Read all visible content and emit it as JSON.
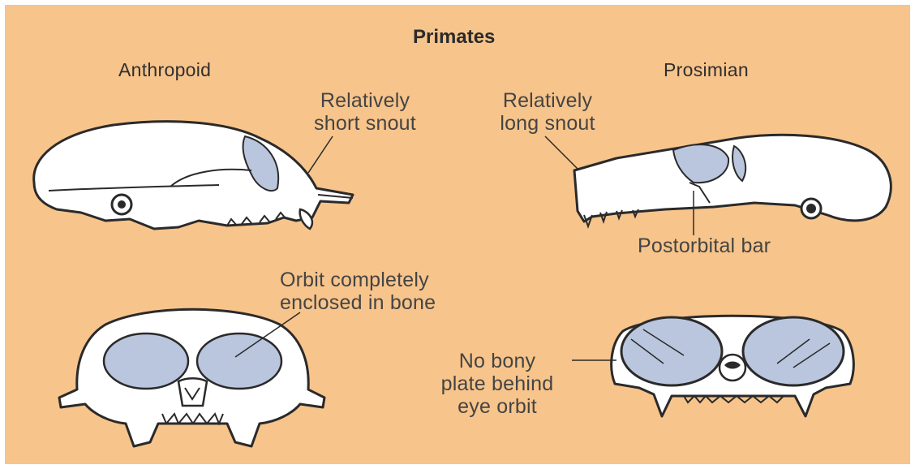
{
  "title": "Primates",
  "columns": {
    "left": "Anthropoid",
    "right": "Prosimian"
  },
  "labels": {
    "short_snout": [
      "Relatively",
      "short snout"
    ],
    "long_snout": [
      "Relatively",
      "long snout"
    ],
    "postorbital_bar": "Postorbital bar",
    "orbit_enclosed": [
      "Orbit completely",
      "enclosed in bone"
    ],
    "no_bony_plate": [
      "No bony",
      "plate behind",
      "eye orbit"
    ]
  },
  "colors": {
    "background": "#f7c48b",
    "bone": "#ffffff",
    "orbit_shade": "#b9c6de",
    "outline": "#2a2a2a"
  }
}
